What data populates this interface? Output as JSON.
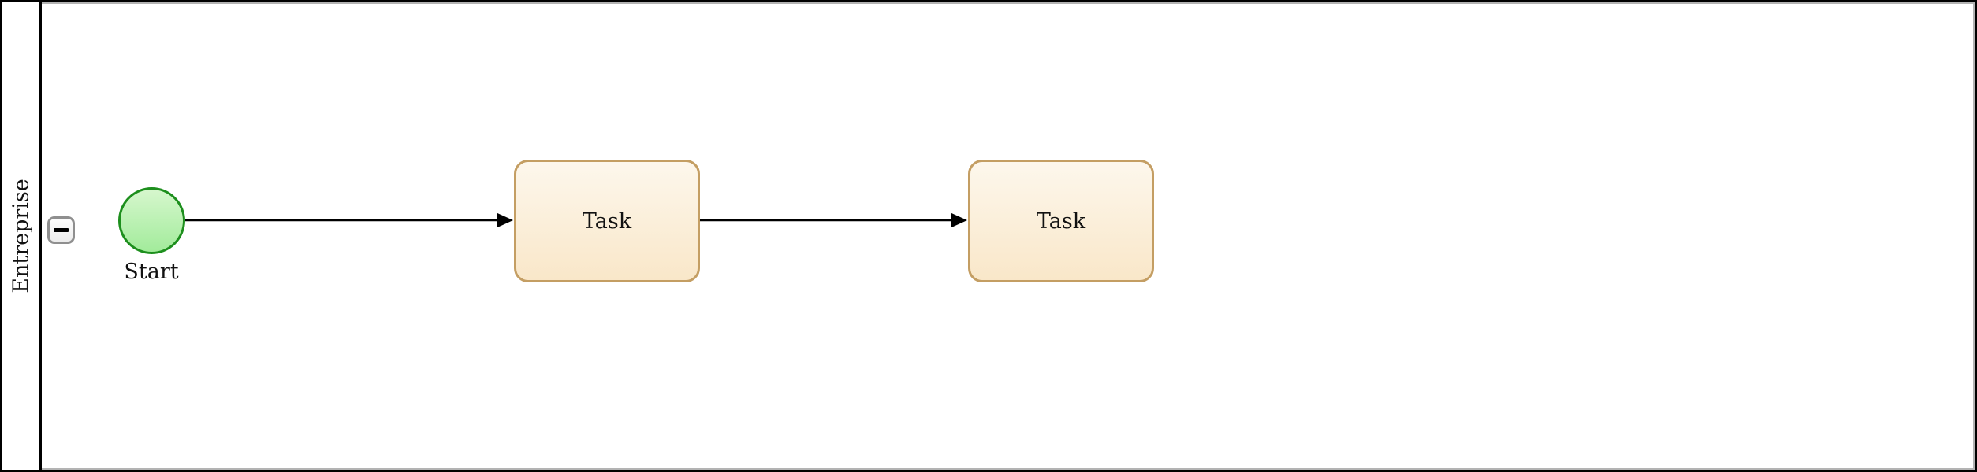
{
  "diagram": {
    "type": "bpmn-process",
    "pool": {
      "label": "Entreprise",
      "collapsed": false
    },
    "nodes": [
      {
        "id": "start",
        "type": "start-event",
        "label": "Start"
      },
      {
        "id": "task1",
        "type": "task",
        "label": "Task"
      },
      {
        "id": "task2",
        "type": "task",
        "label": "Task"
      }
    ],
    "flows": [
      {
        "from": "start",
        "to": "task1"
      },
      {
        "from": "task1",
        "to": "task2"
      }
    ]
  },
  "colors": {
    "pool_border": "#000000",
    "lane_border": "#b3b3b3",
    "start_event_border": "#1d8f1d",
    "start_event_fill_top": "#d6f7cd",
    "start_event_fill_bottom": "#a2eb9b",
    "task_border": "#c49e63",
    "task_fill_top": "#fdf7ec",
    "task_fill_bottom": "#f9e7c9",
    "flow_color": "#000000"
  }
}
